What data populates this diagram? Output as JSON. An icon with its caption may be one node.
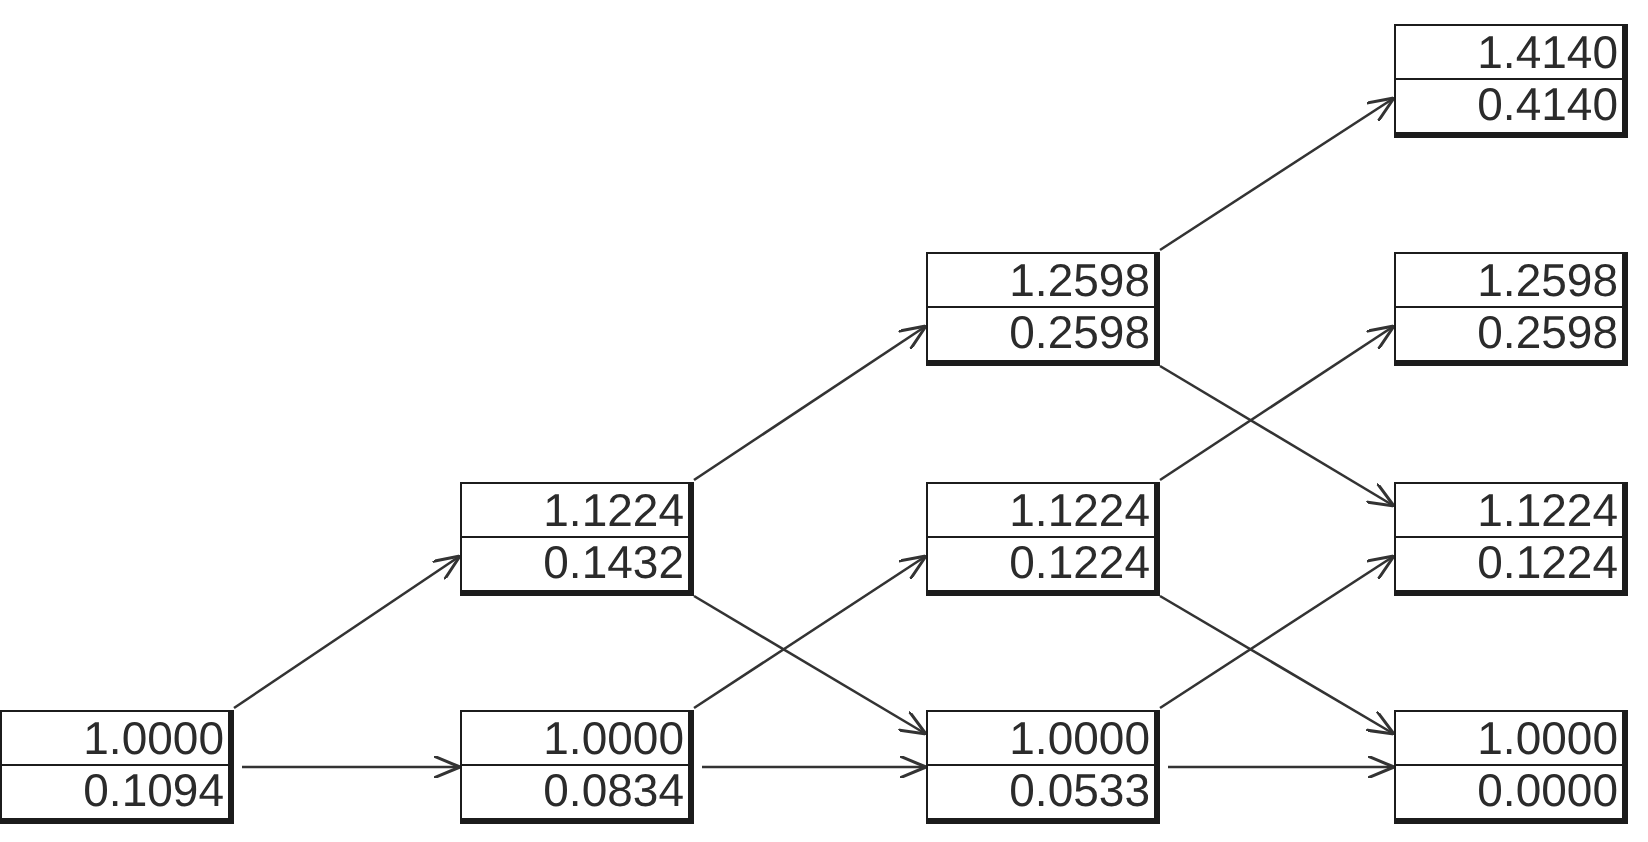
{
  "diagram": {
    "nodes": [
      {
        "text": [
          "1.0000",
          "0.1094"
        ]
      },
      {
        "text": [
          "1.1224",
          "0.1432"
        ]
      },
      {
        "text": [
          "1.0000",
          "0.0834"
        ]
      },
      {
        "text": [
          "1.2598",
          "0.2598"
        ]
      },
      {
        "text": [
          "1.1224",
          "0.1224"
        ]
      },
      {
        "text": [
          "1.0000",
          "0.0533"
        ]
      },
      {
        "text": [
          "1.4140",
          "0.4140"
        ]
      },
      {
        "text": [
          "1.2598",
          "0.2598"
        ]
      },
      {
        "text": [
          "1.1224",
          "0.1224"
        ]
      },
      {
        "text": [
          "1.0000",
          "0.0000"
        ]
      }
    ],
    "edges": [
      {
        "from": 0,
        "to": 1,
        "arrow": "to"
      },
      {
        "from": 0,
        "to": 2,
        "arrow": "to"
      },
      {
        "from": 1,
        "to": 3,
        "arrow": "to"
      },
      {
        "from": 1,
        "to": 5,
        "arrow": "to"
      },
      {
        "from": 2,
        "to": 4,
        "arrow": "to"
      },
      {
        "from": 2,
        "to": 5,
        "arrow": "to"
      },
      {
        "from": 3,
        "to": 6,
        "arrow": "to"
      },
      {
        "from": 3,
        "to": 8,
        "arrow": "to"
      },
      {
        "from": 4,
        "to": 7,
        "arrow": "to"
      },
      {
        "from": 4,
        "to": 9,
        "arrow": "to"
      },
      {
        "from": 5,
        "to": 8,
        "arrow": "to"
      },
      {
        "from": 5,
        "to": 9,
        "arrow": "to"
      }
    ]
  }
}
